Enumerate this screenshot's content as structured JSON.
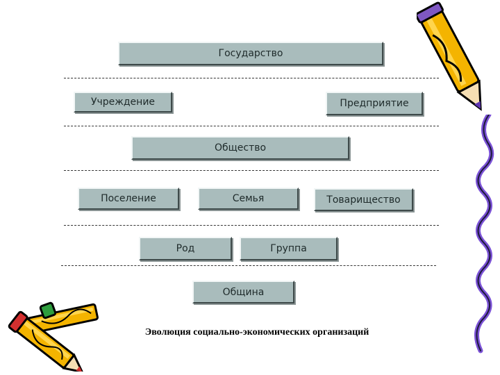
{
  "diagram": {
    "levels": [
      [
        "Государство"
      ],
      [
        "Учреждение",
        "Предприятие"
      ],
      [
        "Общество"
      ],
      [
        "Поселение",
        "Семья",
        "Товарищество"
      ],
      [
        "Род",
        "Группа"
      ],
      [
        "Община"
      ]
    ],
    "caption": "Эволюция социально-экономических организаций"
  },
  "colors": {
    "box_fill": "#a9bcbc",
    "separator": "#333333"
  },
  "icons": [
    "pencil-icon",
    "pencils-icon",
    "squiggle-line-icon"
  ]
}
